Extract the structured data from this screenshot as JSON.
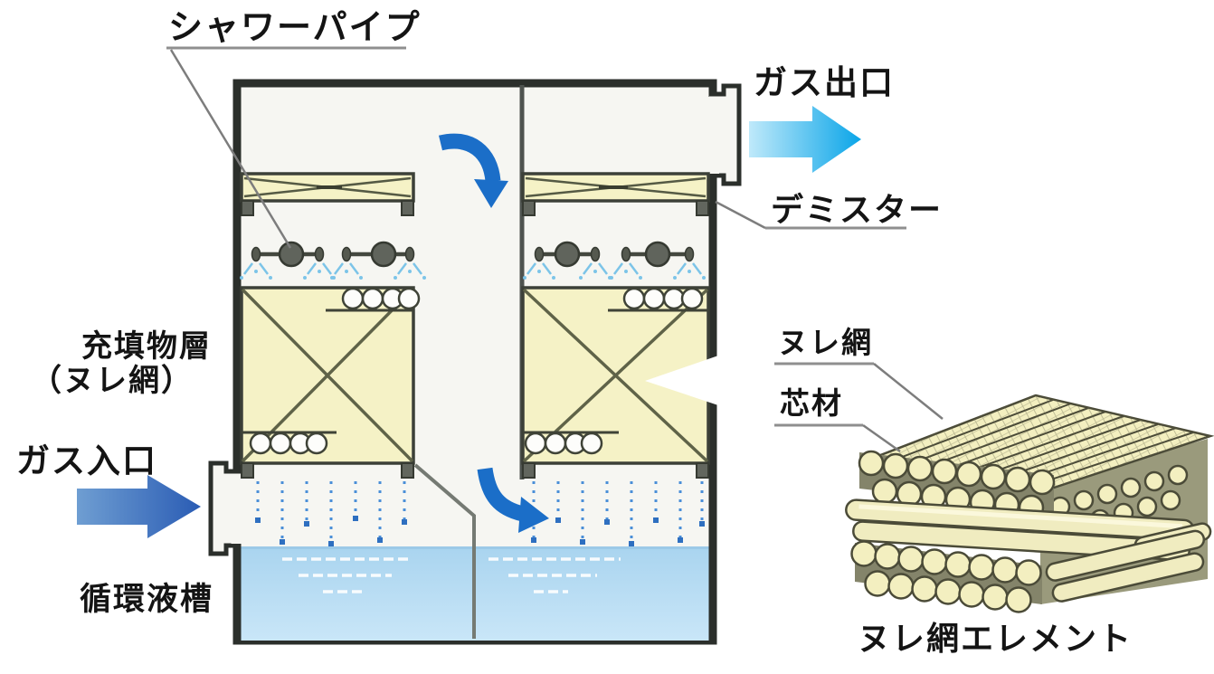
{
  "diagram": {
    "labels": {
      "shower_pipe": "シャワーパイプ",
      "gas_outlet": "ガス出口",
      "demister": "デミスター",
      "packing_layer_line1": "充填物層",
      "packing_layer_line2": "（ヌレ網）",
      "gas_inlet": "ガス入口",
      "circulating_tank": "循環液槽",
      "wet_mesh": "ヌレ網",
      "core_material": "芯材",
      "wet_mesh_element": "ヌレ網エレメント"
    },
    "colors": {
      "wall": "#2b2f2b",
      "vessel_interior": "#f6f6f2",
      "partition_gray": "#4e534f",
      "packing_fill": "#f5f2c6",
      "bracket_gray": "#62665e",
      "spray_blue": "#7cc4e8",
      "drip_blue": "#3f87d4",
      "water_top": "#a9d4ef",
      "water_bottom": "#c9e6f8",
      "flow_arrow_blue": "#1b6ec8",
      "inlet_arrow_start": "#6f9ed2",
      "inlet_arrow_end": "#2a5cb4",
      "outlet_arrow_start": "#bfe9fa",
      "outlet_arrow_end": "#0aa5e8",
      "rod_fill": "#f3efc0",
      "rod_outline": "#4b4b38",
      "label_text": "#141414"
    }
  }
}
